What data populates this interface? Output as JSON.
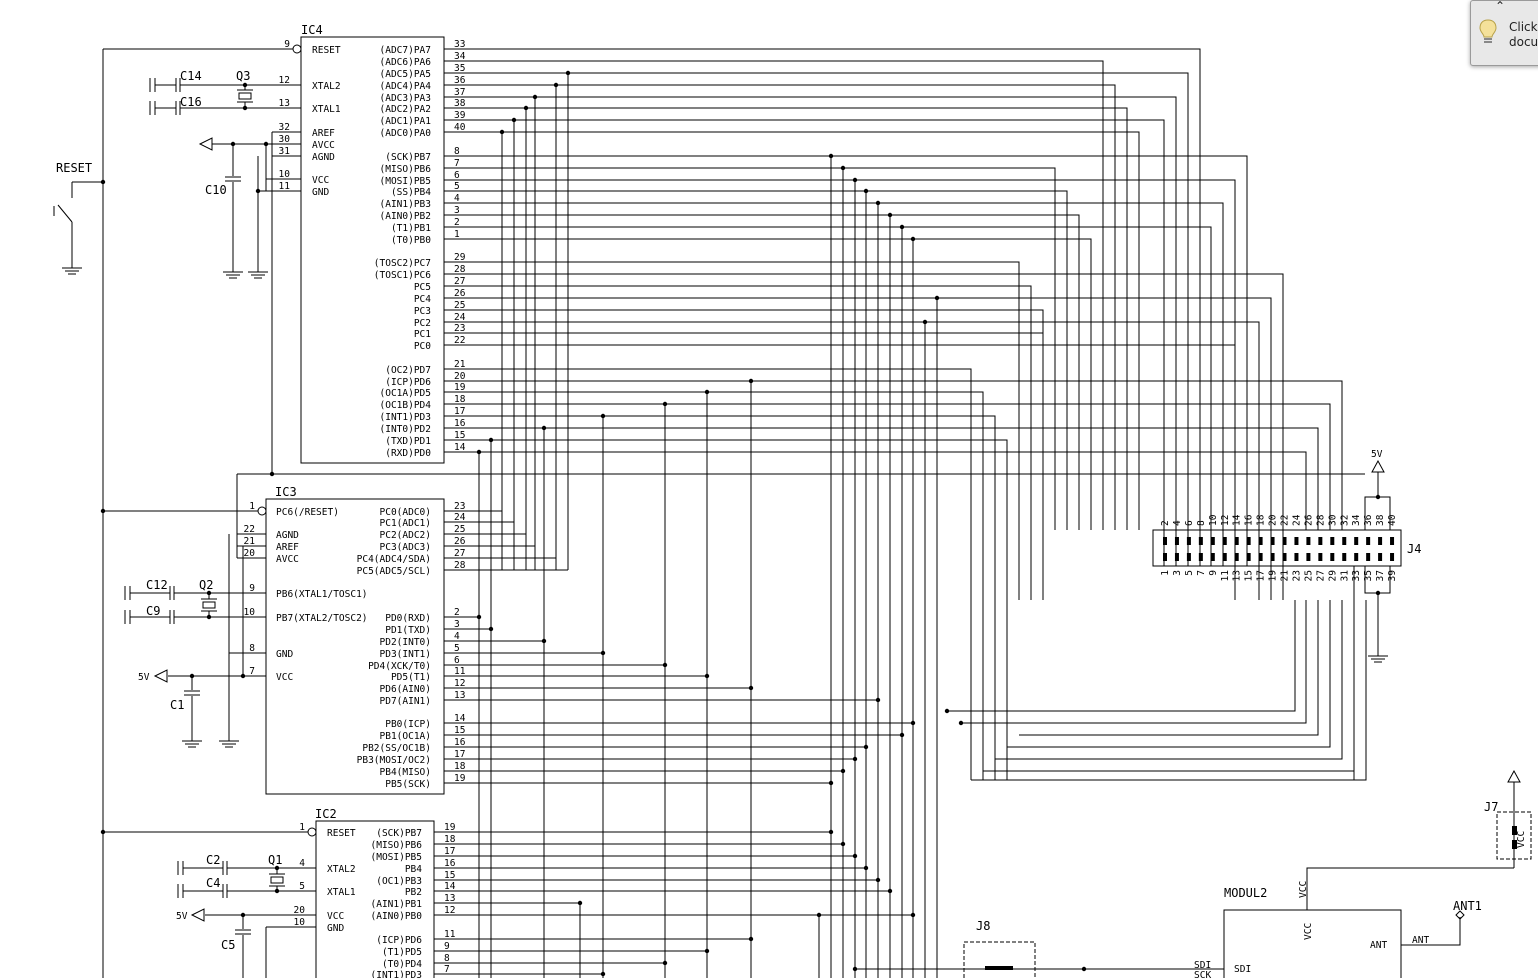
{
  "notification": {
    "line1": "Click",
    "line2": "docu"
  },
  "components": {
    "ic4": {
      "ref": "IC4",
      "left": [
        {
          "n": "9",
          "name": "RESET"
        },
        {
          "n": "12",
          "name": "XTAL2"
        },
        {
          "n": "13",
          "name": "XTAL1"
        },
        {
          "n": "32",
          "name": "AREF"
        },
        {
          "n": "30",
          "name": "AVCC"
        },
        {
          "n": "31",
          "name": "AGND"
        },
        {
          "n": "10",
          "name": "VCC"
        },
        {
          "n": "11",
          "name": "GND"
        }
      ],
      "right": [
        {
          "n": "33",
          "name": "(ADC7)PA7"
        },
        {
          "n": "34",
          "name": "(ADC6)PA6"
        },
        {
          "n": "35",
          "name": "(ADC5)PA5"
        },
        {
          "n": "36",
          "name": "(ADC4)PA4"
        },
        {
          "n": "37",
          "name": "(ADC3)PA3"
        },
        {
          "n": "38",
          "name": "(ADC2)PA2"
        },
        {
          "n": "39",
          "name": "(ADC1)PA1"
        },
        {
          "n": "40",
          "name": "(ADC0)PA0"
        },
        {
          "n": "8",
          "name": "(SCK)PB7"
        },
        {
          "n": "7",
          "name": "(MISO)PB6"
        },
        {
          "n": "6",
          "name": "(MOSI)PB5"
        },
        {
          "n": "5",
          "name": "(SS)PB4"
        },
        {
          "n": "4",
          "name": "(AIN1)PB3"
        },
        {
          "n": "3",
          "name": "(AIN0)PB2"
        },
        {
          "n": "2",
          "name": "(T1)PB1"
        },
        {
          "n": "1",
          "name": "(T0)PB0"
        },
        {
          "n": "29",
          "name": "(TOSC2)PC7"
        },
        {
          "n": "28",
          "name": "(TOSC1)PC6"
        },
        {
          "n": "27",
          "name": "PC5"
        },
        {
          "n": "26",
          "name": "PC4"
        },
        {
          "n": "25",
          "name": "PC3"
        },
        {
          "n": "24",
          "name": "PC2"
        },
        {
          "n": "23",
          "name": "PC1"
        },
        {
          "n": "22",
          "name": "PC0"
        },
        {
          "n": "21",
          "name": "(OC2)PD7"
        },
        {
          "n": "20",
          "name": "(ICP)PD6"
        },
        {
          "n": "19",
          "name": "(OC1A)PD5"
        },
        {
          "n": "18",
          "name": "(OC1B)PD4"
        },
        {
          "n": "17",
          "name": "(INT1)PD3"
        },
        {
          "n": "16",
          "name": "(INT0)PD2"
        },
        {
          "n": "15",
          "name": "(TXD)PD1"
        },
        {
          "n": "14",
          "name": "(RXD)PD0"
        }
      ]
    },
    "ic3": {
      "ref": "IC3",
      "left": [
        {
          "n": "1",
          "name": "PC6(/RESET)"
        },
        {
          "n": "22",
          "name": "AGND"
        },
        {
          "n": "21",
          "name": "AREF"
        },
        {
          "n": "20",
          "name": "AVCC"
        },
        {
          "n": "9",
          "name": "PB6(XTAL1/TOSC1)"
        },
        {
          "n": "10",
          "name": "PB7(XTAL2/TOSC2)"
        },
        {
          "n": "8",
          "name": "GND"
        },
        {
          "n": "7",
          "name": "VCC"
        }
      ],
      "right": [
        {
          "n": "23",
          "name": "PC0(ADC0)"
        },
        {
          "n": "24",
          "name": "PC1(ADC1)"
        },
        {
          "n": "25",
          "name": "PC2(ADC2)"
        },
        {
          "n": "26",
          "name": "PC3(ADC3)"
        },
        {
          "n": "27",
          "name": "PC4(ADC4/SDA)"
        },
        {
          "n": "28",
          "name": "PC5(ADC5/SCL)"
        },
        {
          "n": "2",
          "name": "PD0(RXD)"
        },
        {
          "n": "3",
          "name": "PD1(TXD)"
        },
        {
          "n": "4",
          "name": "PD2(INT0)"
        },
        {
          "n": "5",
          "name": "PD3(INT1)"
        },
        {
          "n": "6",
          "name": "PD4(XCK/T0)"
        },
        {
          "n": "11",
          "name": "PD5(T1)"
        },
        {
          "n": "12",
          "name": "PD6(AIN0)"
        },
        {
          "n": "13",
          "name": "PD7(AIN1)"
        },
        {
          "n": "14",
          "name": "PB0(ICP)"
        },
        {
          "n": "15",
          "name": "PB1(OC1A)"
        },
        {
          "n": "16",
          "name": "PB2(SS/OC1B)"
        },
        {
          "n": "17",
          "name": "PB3(MOSI/OC2)"
        },
        {
          "n": "18",
          "name": "PB4(MISO)"
        },
        {
          "n": "19",
          "name": "PB5(SCK)"
        }
      ]
    },
    "ic2": {
      "ref": "IC2",
      "left": [
        {
          "n": "1",
          "name": "RESET"
        },
        {
          "n": "4",
          "name": "XTAL2"
        },
        {
          "n": "5",
          "name": "XTAL1"
        },
        {
          "n": "20",
          "name": "VCC"
        },
        {
          "n": "10",
          "name": "GND"
        }
      ],
      "right": [
        {
          "n": "19",
          "name": "(SCK)PB7"
        },
        {
          "n": "18",
          "name": "(MISO)PB6"
        },
        {
          "n": "17",
          "name": "(MOSI)PB5"
        },
        {
          "n": "16",
          "name": "PB4"
        },
        {
          "n": "15",
          "name": "(OC1)PB3"
        },
        {
          "n": "14",
          "name": "PB2"
        },
        {
          "n": "13",
          "name": "(AIN1)PB1"
        },
        {
          "n": "12",
          "name": "(AIN0)PB0"
        },
        {
          "n": "11",
          "name": "(ICP)PD6"
        },
        {
          "n": "9",
          "name": "(T1)PD5"
        },
        {
          "n": "8",
          "name": "(T0)PD4"
        },
        {
          "n": "7",
          "name": "(INT1)PD3"
        }
      ]
    }
  },
  "labels": {
    "reset": "RESET",
    "c14": "C14",
    "c16": "C16",
    "q3": "Q3",
    "c10": "C10",
    "c12": "C12",
    "c9": "C9",
    "q2": "Q2",
    "c1": "C1",
    "c2": "C2",
    "c4": "C4",
    "q1": "Q1",
    "c5": "C5",
    "v5": "5V",
    "j4": "J4",
    "j7": "J7",
    "j8": "J8",
    "modul2": "MODUL2",
    "vcc": "VCC",
    "ant": "ANT",
    "ant1": "ANT1",
    "sdi": "SDI",
    "sck": "SCK"
  },
  "j4": {
    "top_pins": [
      "2",
      "4",
      "6",
      "8",
      "10",
      "12",
      "14",
      "16",
      "18",
      "20",
      "22",
      "24",
      "26",
      "28",
      "30",
      "32",
      "34",
      "36",
      "38",
      "40"
    ],
    "bottom_pins": [
      "1",
      "3",
      "5",
      "7",
      "9",
      "11",
      "13",
      "15",
      "17",
      "19",
      "21",
      "23",
      "25",
      "27",
      "29",
      "31",
      "33",
      "35",
      "37",
      "39"
    ]
  }
}
